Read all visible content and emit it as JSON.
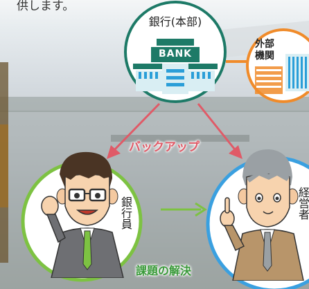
{
  "top_text": "供します。",
  "bank": {
    "title": "銀行(本部)",
    "sign": "BANK"
  },
  "external": {
    "label_line1": "外部",
    "label_line2": "機関"
  },
  "backup_label": "バックアップ",
  "banker_label": "銀行員",
  "manager_label": "経営者",
  "solution_label": "課題の解決",
  "colors": {
    "bank_ring": "#1d7a67",
    "external_ring": "#f08b2a",
    "banker_ring": "#7dc242",
    "manager_ring": "#3aa0e0",
    "backup_arrow": "#e05a67",
    "solution_text": "#3a9a3a"
  }
}
